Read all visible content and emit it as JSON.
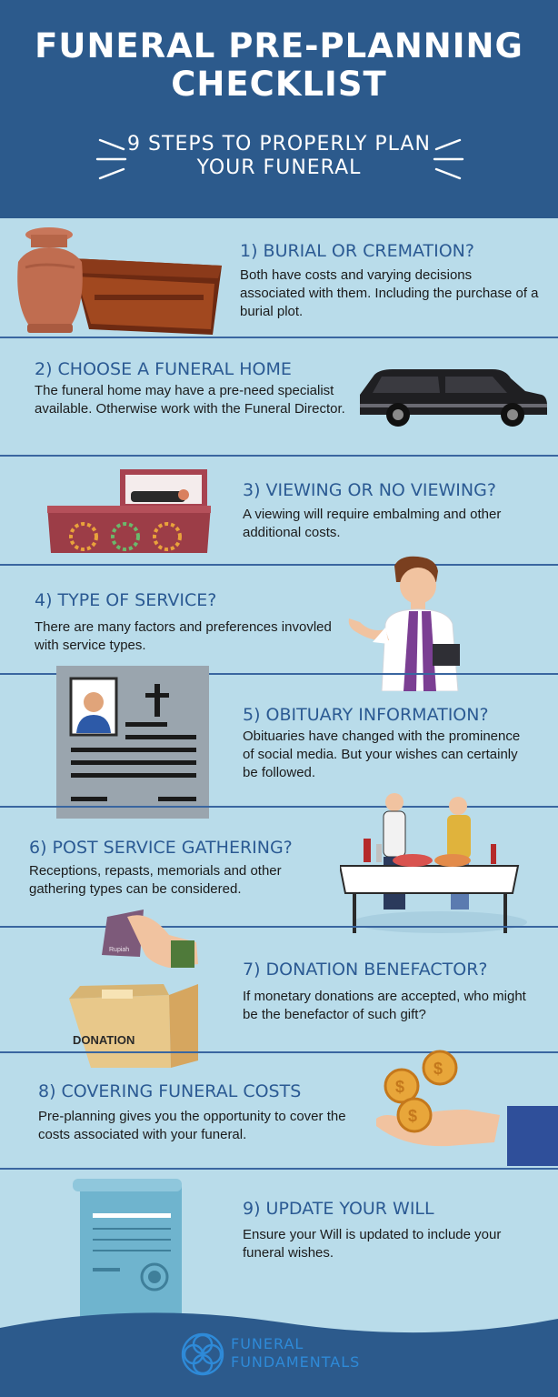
{
  "header": {
    "title": "FUNERAL PRE-PLANNING CHECKLIST",
    "subtitle": "9 STEPS TO PROPERLY PLAN YOUR FUNERAL"
  },
  "steps": [
    {
      "title": "1) BURIAL OR CREMATION?",
      "desc": "Both have costs and varying decisions associated with them. Including the purchase of a burial plot."
    },
    {
      "title": "2) CHOOSE A FUNERAL HOME",
      "desc": "The funeral home may have a pre-need specialist available. Otherwise work with the Funeral Director."
    },
    {
      "title": "3) VIEWING OR NO VIEWING?",
      "desc": "A viewing will require embalming and other additional costs."
    },
    {
      "title": "4) TYPE OF SERVICE?",
      "desc": "There are many factors and preferences invovled with service types."
    },
    {
      "title": "5) OBITUARY INFORMATION?",
      "desc": "Obituaries have changed with the prominence of social media. But your wishes can certainly be followed."
    },
    {
      "title": "6) POST SERVICE GATHERING?",
      "desc": "Receptions, repasts, memorials and other gathering types can be considered."
    },
    {
      "title": "7) DONATION BENEFACTOR?",
      "desc": "If monetary donations are accepted, who might be the benefactor of such gift?"
    },
    {
      "title": "8) COVERING FUNERAL COSTS",
      "desc": "Pre-planning gives you the opportunity to cover the costs associated with your funeral."
    },
    {
      "title": "9) UPDATE YOUR WILL",
      "desc": "Ensure your Will is updated to include your funeral wishes."
    }
  ],
  "illustrations": {
    "donation_box_label": "DONATION",
    "money_label": "Rupiah"
  },
  "footer": {
    "brand_line1": "FUNERAL",
    "brand_line2": "FUNDAMENTALS"
  },
  "colors": {
    "header_bg": "#2c5a8c",
    "body_bg": "#b9dcea",
    "title_color": "#2b5a93",
    "divider": "#3a66a0"
  }
}
